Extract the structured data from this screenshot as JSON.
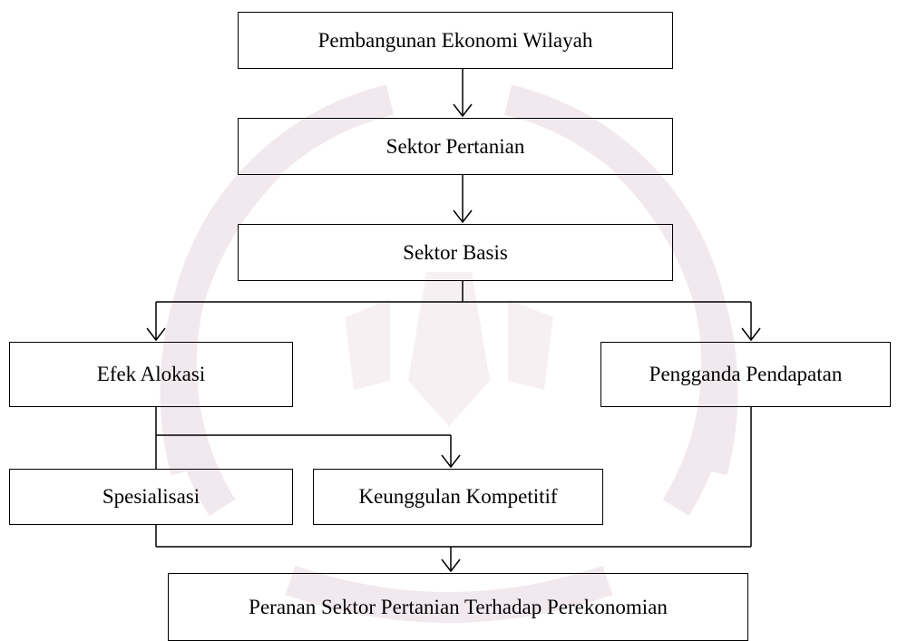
{
  "diagram": {
    "nodes": {
      "pembangunan": "Pembangunan Ekonomi Wilayah",
      "pertanian": "Sektor Pertanian",
      "basis": "Sektor Basis",
      "efek": "Efek Alokasi",
      "pengganda": "Pengganda Pendapatan",
      "spesialisasi": "Spesialisasi",
      "keunggulan": "Keunggulan Kompetitif",
      "peranan": "Peranan Sektor Pertanian Terhadap Perekonomian"
    },
    "edges": [
      {
        "from": "pembangunan",
        "to": "pertanian"
      },
      {
        "from": "pertanian",
        "to": "basis"
      },
      {
        "from": "basis",
        "to": "efek"
      },
      {
        "from": "basis",
        "to": "pengganda"
      },
      {
        "from": "efek",
        "to": "keunggulan"
      },
      {
        "from": "spesialisasi",
        "to": "peranan"
      },
      {
        "from": "pengganda",
        "to": "peranan"
      }
    ]
  },
  "colors": {
    "line": "#000000",
    "background": "#ffffff",
    "watermark": "#eadbe4"
  }
}
